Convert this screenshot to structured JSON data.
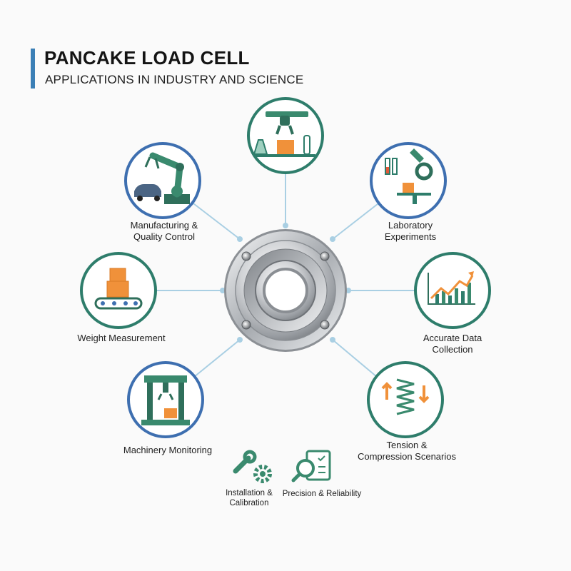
{
  "header": {
    "title": "PANCAKE LOAD CELL",
    "subtitle": "APPLICATIONS IN INDUSTRY AND SCIENCE"
  },
  "nodes": {
    "manufacturing": {
      "line1": "Manufacturing &",
      "line2": "Quality Control"
    },
    "laboratory": {
      "line1": "Laboratory",
      "line2": "Experiments"
    },
    "weight": {
      "line1": "Weight Measurement"
    },
    "data": {
      "line1": "Accurate Data",
      "line2": "Collection"
    },
    "machinery": {
      "line1": "Machinery Monitoring"
    },
    "tension": {
      "line1": "Tension &",
      "line2": "Compression Scenarios"
    }
  },
  "footer": {
    "installation": {
      "line1": "Installation &",
      "line2": "Calibration"
    },
    "precision": {
      "line1": "Precision & Reliability"
    }
  },
  "colors": {
    "green_ring": "#2e7d6b",
    "blue_ring": "#3e6fb0",
    "connector": "#a9cfe3",
    "orange": "#f0913a",
    "teal_icon": "#3a8a6e"
  }
}
